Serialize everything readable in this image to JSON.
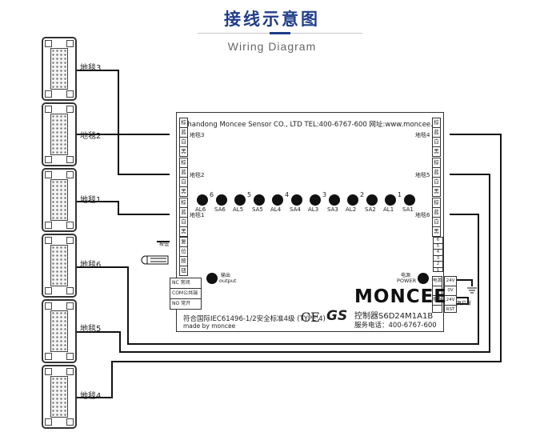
{
  "title": "接线示意图",
  "subtitle": "Wiring Diagram",
  "mats": [
    {
      "label": "地毯3"
    },
    {
      "label": "地毯2"
    },
    {
      "label": "地毯1"
    },
    {
      "label": "地毯6"
    },
    {
      "label": "地毯5"
    },
    {
      "label": "地毯4"
    }
  ],
  "panel": {
    "header": "Shandong Moncee Sensor CO., LTD  TEL:400-6767-600  网址:www.moncee.cn",
    "wire_colors": [
      "棕",
      "蓝",
      "白",
      "黑"
    ],
    "left_terms": [
      "地毯3",
      "地毯2",
      "地毯1"
    ],
    "right_terms": [
      "地毯4",
      "地毯5",
      "地毯6"
    ],
    "reset_cells": [
      "复",
      "位",
      "按",
      "钮"
    ],
    "reset_label": "按钮",
    "leds": [
      {
        "num": "6",
        "left": "AL6",
        "right": "SA6"
      },
      {
        "num": "5",
        "left": "AL5",
        "right": "SA5"
      },
      {
        "num": "4",
        "left": "AL4",
        "right": "SA4"
      },
      {
        "num": "3",
        "left": "AL3",
        "right": "SA3"
      },
      {
        "num": "2",
        "left": "AL2",
        "right": "SA2"
      },
      {
        "num": "1",
        "left": "AL1",
        "right": "SA1"
      }
    ],
    "output_cn": "输出",
    "output_en": "output",
    "power_cn": "电源",
    "power_en": "POWER",
    "relay": [
      "NC 常闭",
      "COM公共端",
      "NO 常开"
    ],
    "numbers": [
      "6",
      "5",
      "4",
      "3",
      "2",
      "1"
    ],
    "power_terms": [
      "电源",
      "常态"
    ],
    "power_values": [
      "24V",
      "0V",
      "24V",
      "RST"
    ],
    "reset_side": "复位按",
    "brand": "MONCEE",
    "cert": "符合国际IEC61496-1/2安全标准4级  (TYPE 4)",
    "made_by": "made by moncee",
    "ce": "CE",
    "gs": "GS",
    "model": "控制器S6D24M1A1B",
    "service": "服务电话：400-6767-600"
  }
}
